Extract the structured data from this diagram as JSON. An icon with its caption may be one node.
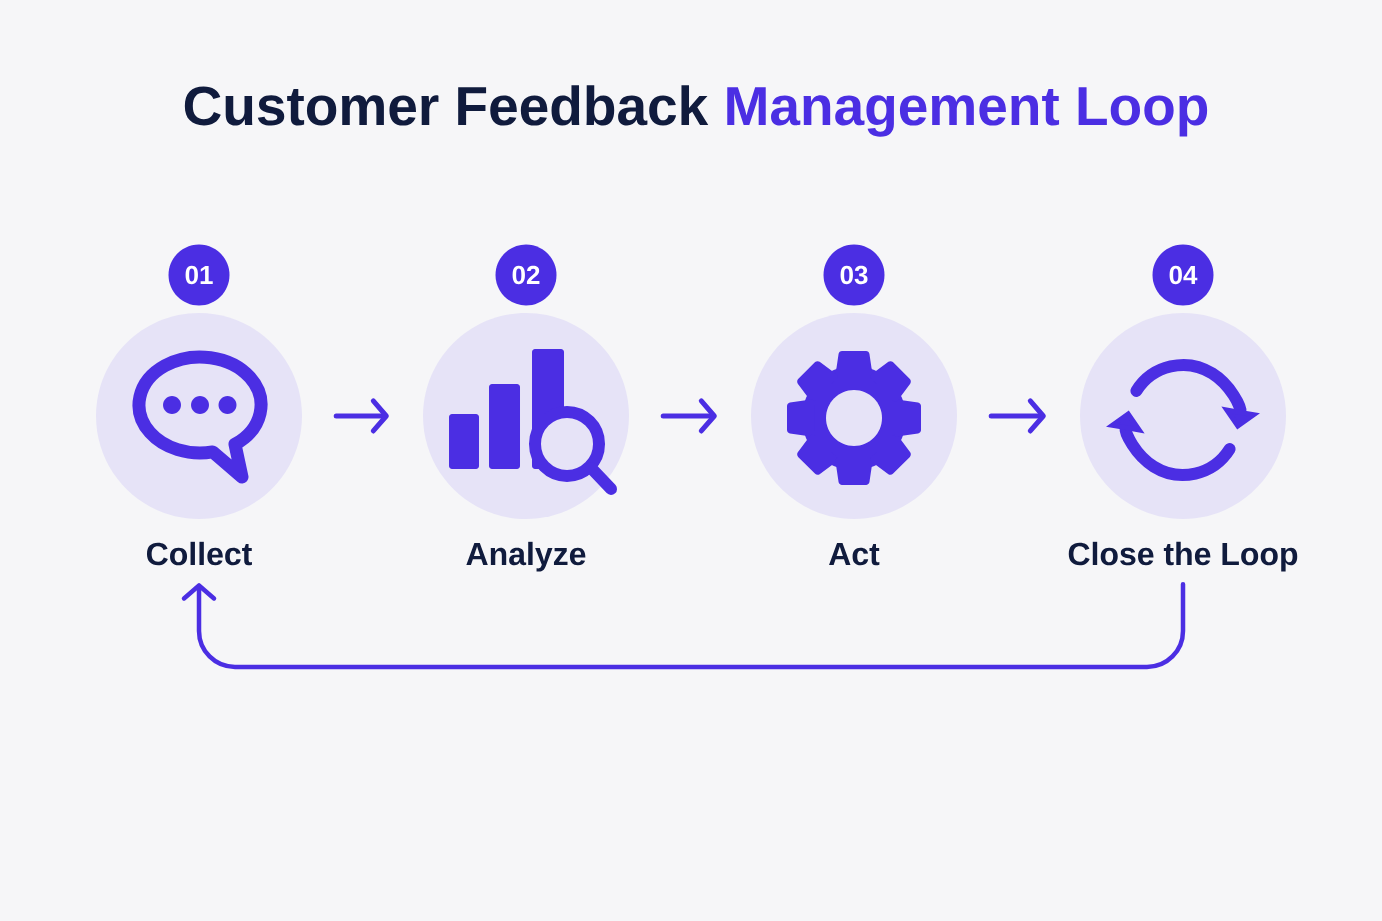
{
  "diagram": {
    "title": "Customer Feedback Management Loop",
    "nodes": [
      {
        "text": [
          "01"
        ]
      },
      {
        "text": [
          "02"
        ]
      },
      {
        "text": [
          "03"
        ]
      },
      {
        "text": [
          "04"
        ]
      },
      {
        "text": [
          "Collect"
        ]
      },
      {
        "text": [
          "Analyze"
        ]
      },
      {
        "text": [
          "Act"
        ]
      },
      {
        "text": [
          "Close the Loop"
        ]
      }
    ],
    "edges": [
      {
        "from": 4,
        "to": 5,
        "arrow": "to"
      },
      {
        "from": 5,
        "to": 6,
        "arrow": "to"
      },
      {
        "from": 6,
        "to": 7,
        "arrow": "to"
      },
      {
        "from": 7,
        "to": 4,
        "arrow": "to"
      }
    ]
  }
}
